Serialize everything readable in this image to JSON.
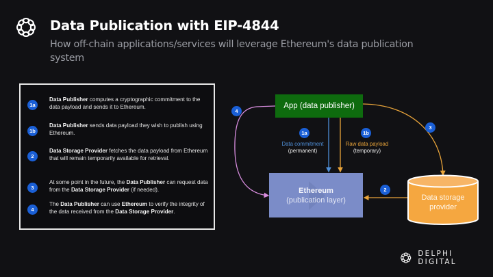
{
  "header": {
    "title": "Data Publication with EIP-4844",
    "subtitle": "How off-chain applications/services will leverage Ethereum's data publication system",
    "logo_icon": "delphi-knot-icon"
  },
  "steps": [
    {
      "badge": "1a",
      "parts": [
        {
          "bold": true,
          "text": "Data Publisher"
        },
        {
          "bold": false,
          "text": " computes a cryptographic commitment to the data payload and sends it to Ethereum."
        }
      ]
    },
    {
      "badge": "1b",
      "parts": [
        {
          "bold": true,
          "text": "Data Publisher"
        },
        {
          "bold": false,
          "text": " sends data payload they wish to publish using Ethereum."
        }
      ]
    },
    {
      "badge": "2",
      "parts": [
        {
          "bold": true,
          "text": "Data Storage Provider"
        },
        {
          "bold": false,
          "text": " fetches the data payload from Ethereum that will remain temporarily available for retrieval."
        }
      ]
    },
    {
      "badge": "3",
      "parts": [
        {
          "bold": false,
          "text": "At some point in the future, the "
        },
        {
          "bold": true,
          "text": "Data Publisher"
        },
        {
          "bold": false,
          "text": " can request data from the "
        },
        {
          "bold": true,
          "text": "Data Storage Provider"
        },
        {
          "bold": false,
          "text": " (if needed)."
        }
      ]
    },
    {
      "badge": "4",
      "parts": [
        {
          "bold": false,
          "text": "The "
        },
        {
          "bold": true,
          "text": "Data Publisher"
        },
        {
          "bold": false,
          "text": " can use "
        },
        {
          "bold": true,
          "text": "Ethereum"
        },
        {
          "bold": false,
          "text": " to verify the integrity of the data received from the "
        },
        {
          "bold": true,
          "text": "Data Storage Provider"
        },
        {
          "bold": false,
          "text": "."
        }
      ]
    }
  ],
  "diagram": {
    "nodes": {
      "app": {
        "label": "App (data publisher)",
        "color": "#0e6b0e"
      },
      "ethereum": {
        "title": "Ethereum",
        "subtitle": "(publication layer)",
        "color": "#7b8cc8"
      },
      "storage": {
        "label_line1": "Data storage",
        "label_line2": "provider",
        "color": "#f5a740"
      }
    },
    "edges": [
      {
        "id": "1a",
        "from": "app",
        "to": "ethereum",
        "label_line1": "Data commitment",
        "label_line2": "(permanent)",
        "color": "#4f8fd8"
      },
      {
        "id": "1b",
        "from": "app",
        "to": "ethereum",
        "label_line1": "Raw data payload",
        "label_line2": "(temporary)",
        "color": "#e9a43a"
      },
      {
        "id": "2",
        "from": "storage",
        "to": "ethereum",
        "color": "#e9a43a"
      },
      {
        "id": "3",
        "from": "app",
        "to": "storage",
        "color": "#e9a43a"
      },
      {
        "id": "4",
        "from": "app",
        "to": "ethereum",
        "color": "#d98ee0"
      }
    ],
    "badge_color": "#1a5fd6"
  },
  "brand": {
    "name": "DELPHI DIGITAL",
    "icon": "delphi-knot-icon"
  }
}
